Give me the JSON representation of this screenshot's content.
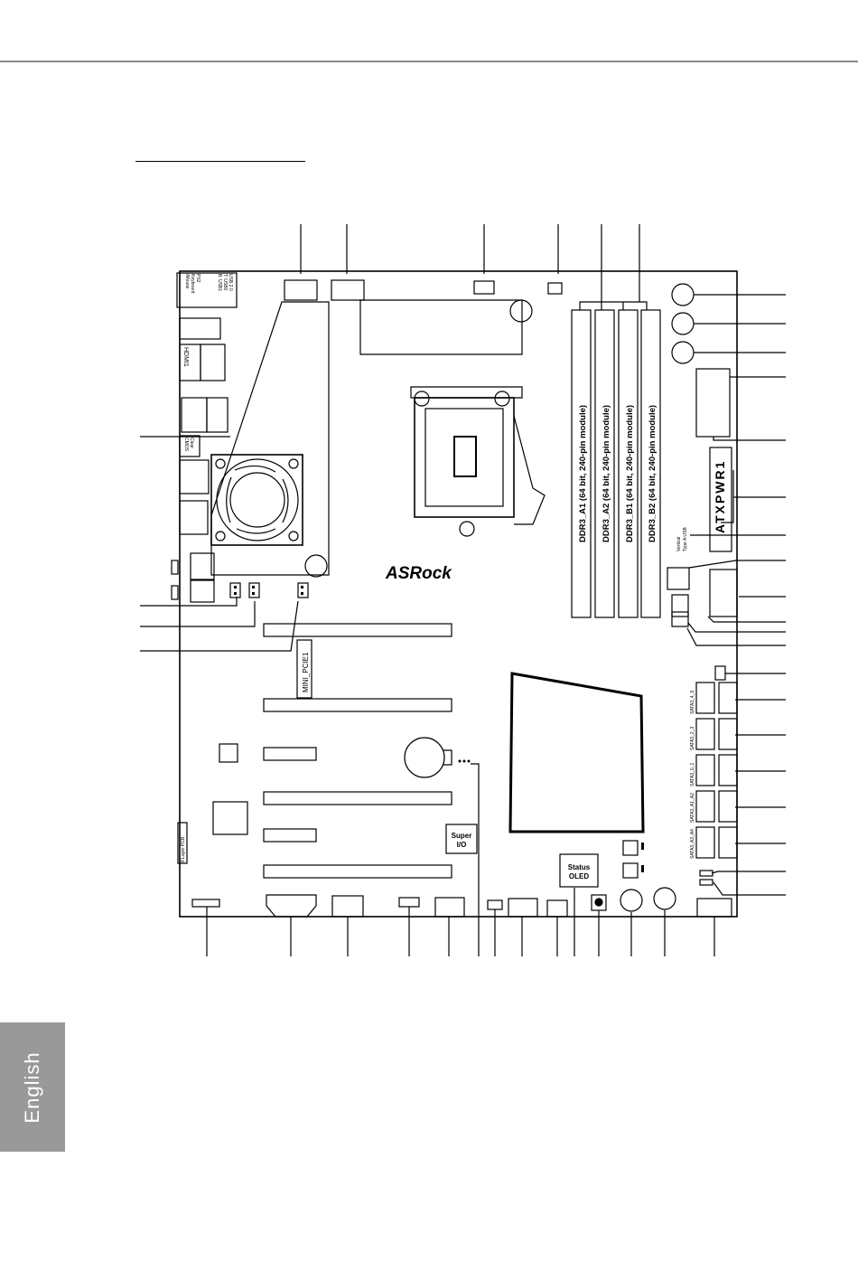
{
  "page": {
    "language_tab": "English"
  },
  "board": {
    "brand": "ASRock",
    "atx_power": "ATXPWR1",
    "dimm_slots": [
      "DDR3_A1 (64 bit, 240-pin module)",
      "DDR3_A2 (64 bit, 240-pin module)",
      "DDR3_B1 (64 bit, 240-pin module)",
      "DDR3_B2 (64 bit, 240-pin module)"
    ],
    "mini_pcie": "MINI_PCIE1",
    "super_io": [
      "Super",
      "I/O"
    ],
    "status_oled": [
      "Status",
      "OLED"
    ],
    "layer_pcb": "8 Layer PCB",
    "vertical_usb": [
      "Vertical",
      "Type A USB"
    ],
    "sata_labels": [
      "SATA3_4_5",
      "SATA3_2_3",
      "SATA3_0_1",
      "SATA3_A1_A2",
      "SATA3_A3_A4"
    ],
    "io_labels": {
      "usb_ps2": [
        "USB 2.0",
        "T: USB0",
        "B: USB1",
        "PS2",
        "Keyboard",
        "/Mouse"
      ],
      "hdmi": "HDMI1",
      "clear_cmos": [
        "Clear",
        "CMOS"
      ]
    }
  },
  "colors": {
    "line": "#000000",
    "heatsink": "#ffffff",
    "chipset": "#ffffff",
    "tab": "#999999"
  }
}
